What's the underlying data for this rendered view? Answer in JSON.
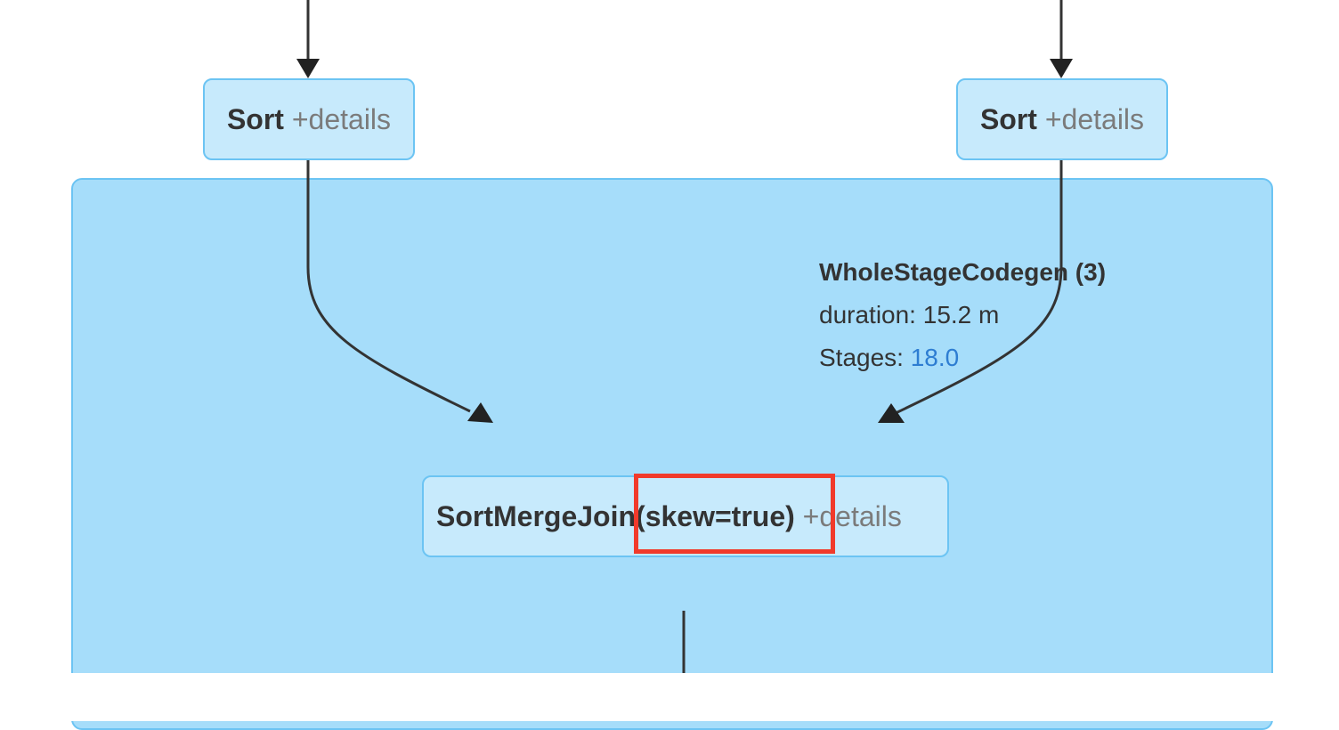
{
  "nodes": {
    "sort_left": {
      "op": "Sort",
      "details": "+details"
    },
    "sort_right": {
      "op": "Sort",
      "details": "+details"
    },
    "sort_merge_join": {
      "op": "SortMergeJoin(skew=true)",
      "details": "+details"
    }
  },
  "cluster": {
    "title": "WholeStageCodegen (3)",
    "duration": "duration: 15.2 m",
    "stages_label": "Stages:",
    "stages_value": "18.0"
  },
  "colors": {
    "cluster_fill": "#a6ddfa",
    "node_fill": "#c7eafc",
    "node_border": "#6cc4f3",
    "edge": "#333333",
    "highlight": "#f13a2b",
    "link": "#2d7dd2"
  }
}
